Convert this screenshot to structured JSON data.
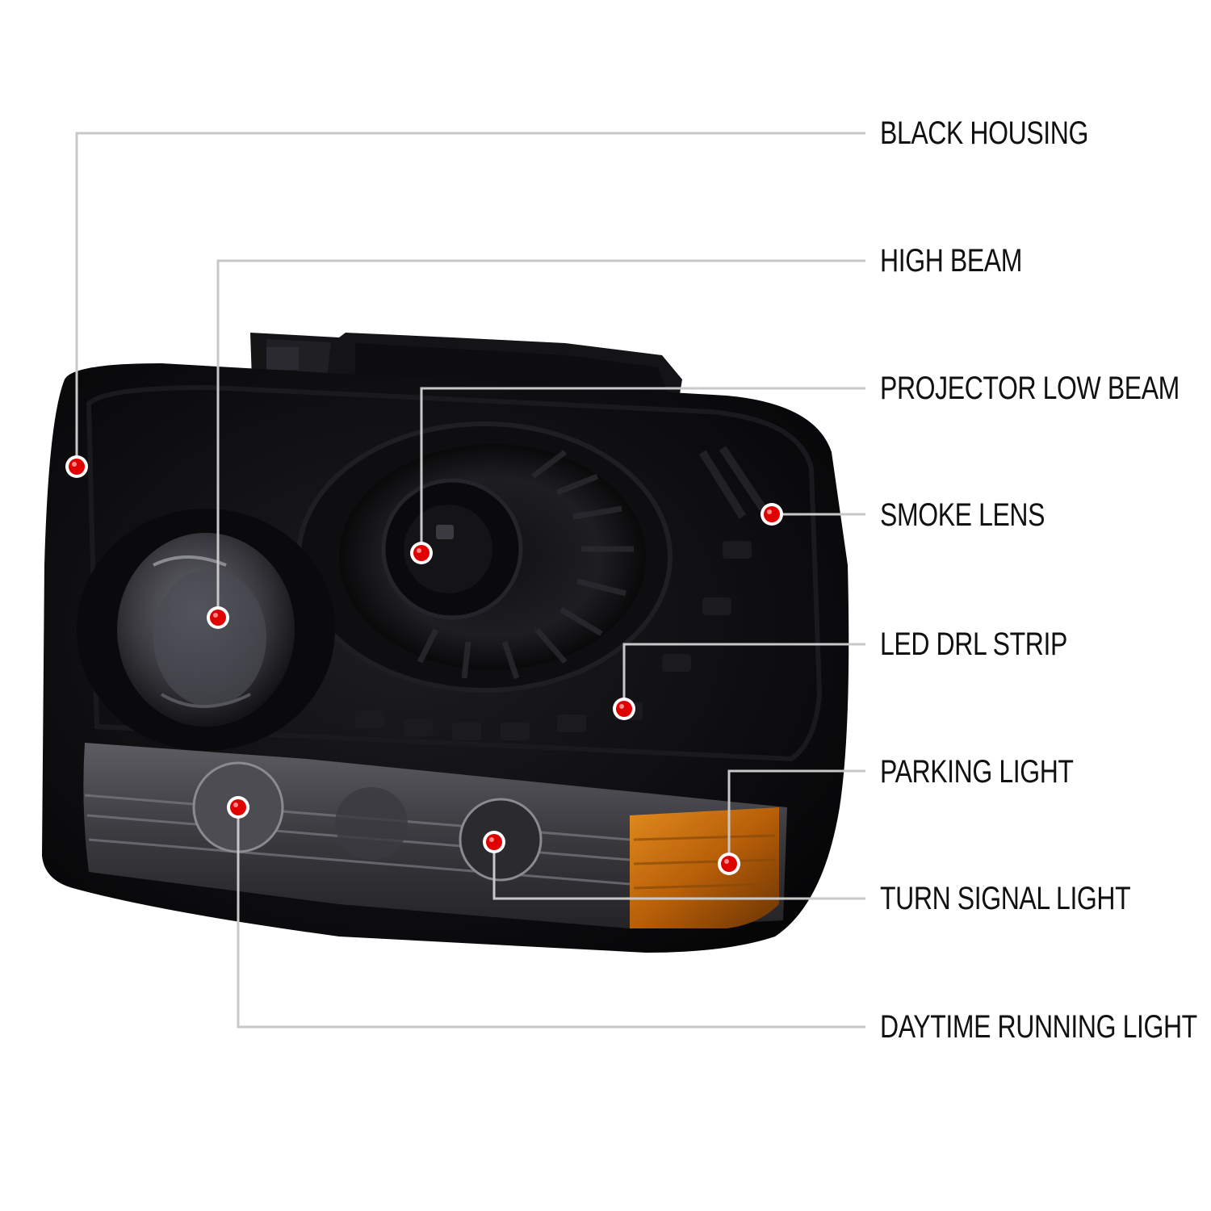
{
  "callouts": [
    {
      "id": "black-housing",
      "label": "BLACK HOUSING"
    },
    {
      "id": "high-beam",
      "label": "HIGH BEAM"
    },
    {
      "id": "projector-low-beam",
      "label": "PROJECTOR LOW BEAM"
    },
    {
      "id": "smoke-lens",
      "label": "SMOKE LENS"
    },
    {
      "id": "led-drl-strip",
      "label": "LED DRL STRIP"
    },
    {
      "id": "parking-light",
      "label": "PARKING LIGHT"
    },
    {
      "id": "turn-signal-light",
      "label": "TURN SIGNAL LIGHT"
    },
    {
      "id": "daytime-running-light",
      "label": "DAYTIME RUNNING LIGHT"
    }
  ],
  "colors": {
    "background": "#ffffff",
    "leader_line": "#c8c8c8",
    "marker_dot": "#e00000",
    "housing": "#0b0b0d",
    "amber_reflector": "#c66a0a"
  }
}
